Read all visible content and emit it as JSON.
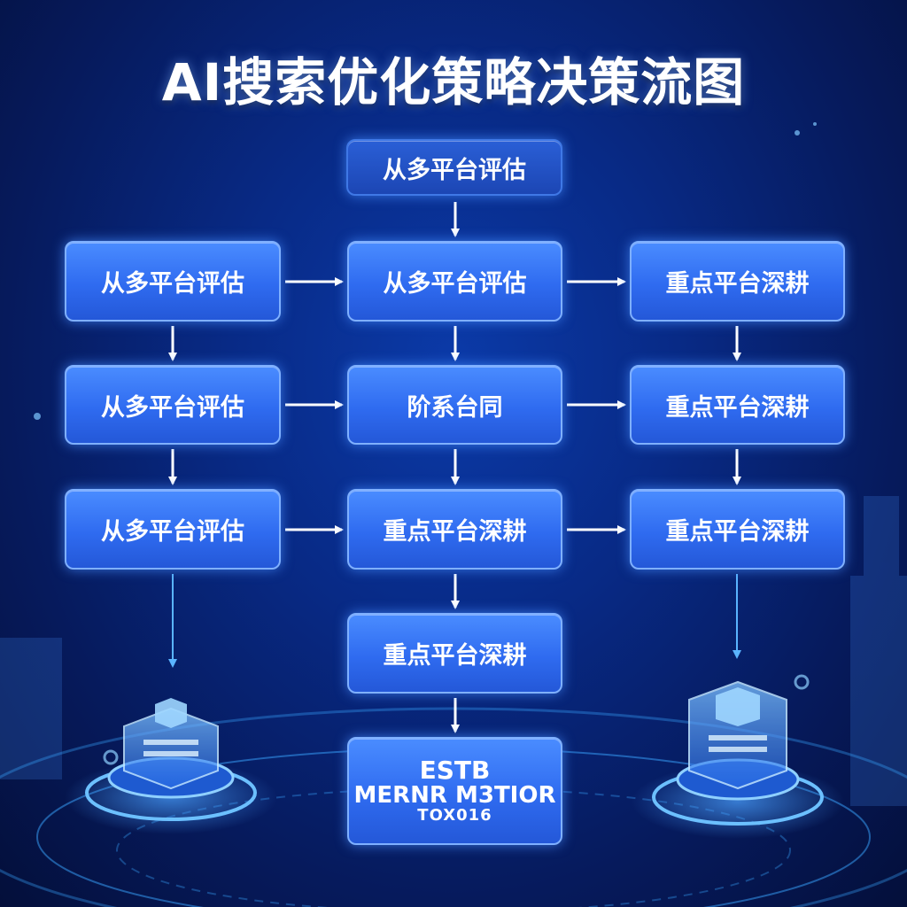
{
  "title": "AI搜索优化策略决策流图",
  "nodes": {
    "top": "从多平台评估",
    "r1c1": "从多平台评估",
    "r1c2": "从多平台评估",
    "r1c3": "重点平台深耕",
    "r2c1": "从多平台评估",
    "r2c2": "阶系台同",
    "r2c3": "重点平台深耕",
    "r3c1": "从多平台评估",
    "r3c2": "重点平台深耕",
    "r3c3": "重点平台深耕",
    "r4c2": "重点平台深耕",
    "final": [
      "ESTB",
      "MERNR M3TIOR",
      "TOX016"
    ]
  },
  "colors": {
    "node_fill": "#2f6bf0",
    "node_border": "#7fb0ff",
    "arrow": "#ffffff",
    "background": "#061a5c"
  }
}
